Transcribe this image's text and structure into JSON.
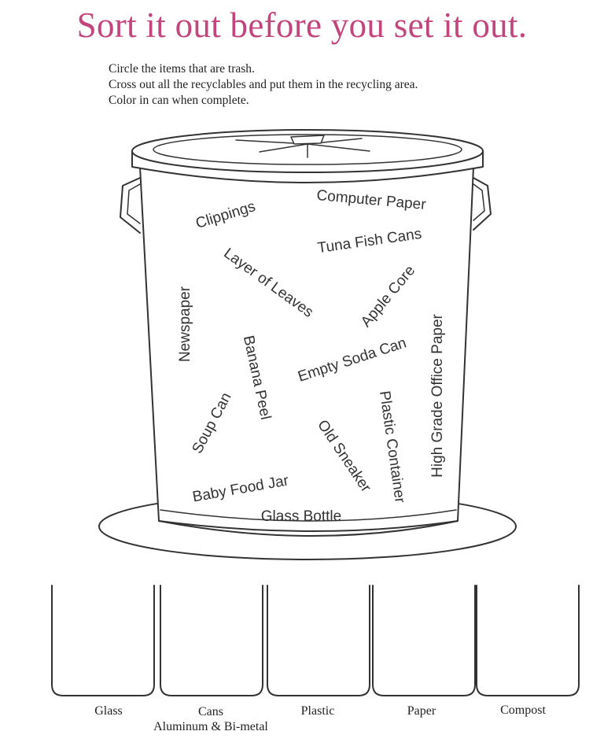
{
  "title": "Sort it out before you set it out.",
  "instructions": [
    "Circle the items that are trash.",
    "Cross out all the recyclables and put them in the recycling area.",
    "Color in can when complete."
  ],
  "items": [
    "Computer Paper",
    "Clippings",
    "Tuna Fish Cans",
    "Layer of Leaves",
    "Apple Core",
    "Newspaper",
    "Banana Peel",
    "Empty Soda Can",
    "High Grade Office Paper",
    "Plastic Container",
    "Soup Can",
    "Old Sneaker",
    "Baby Food Jar",
    "Glass Bottle"
  ],
  "bins": [
    {
      "label": "Glass",
      "sublabel": ""
    },
    {
      "label": "Cans",
      "sublabel": "Aluminum & Bi-metal"
    },
    {
      "label": "Plastic",
      "sublabel": ""
    },
    {
      "label": "Paper",
      "sublabel": ""
    },
    {
      "label": "Compost",
      "sublabel": ""
    }
  ],
  "colors": {
    "title": "#c2457e",
    "ink": "#333333"
  }
}
